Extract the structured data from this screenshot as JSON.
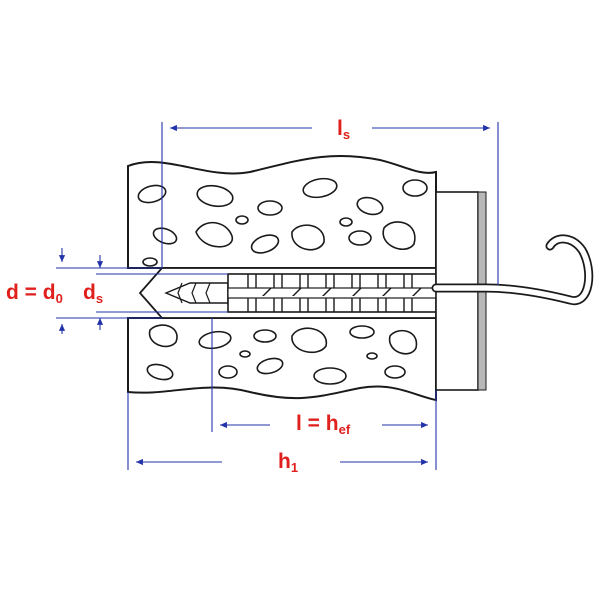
{
  "labels": {
    "ls": {
      "main": "l",
      "sub": "s"
    },
    "d": {
      "main": "d = d",
      "sub": "0"
    },
    "ds": {
      "main": "d",
      "sub": "s"
    },
    "l": {
      "main": "l = h",
      "sub": "ef"
    },
    "h1": {
      "main": "h",
      "sub": "1"
    }
  },
  "colors": {
    "label": "#e0201c",
    "dimension_line": "#2233aa",
    "outline": "#1a1a1a",
    "plate": "#b8b8b8"
  }
}
